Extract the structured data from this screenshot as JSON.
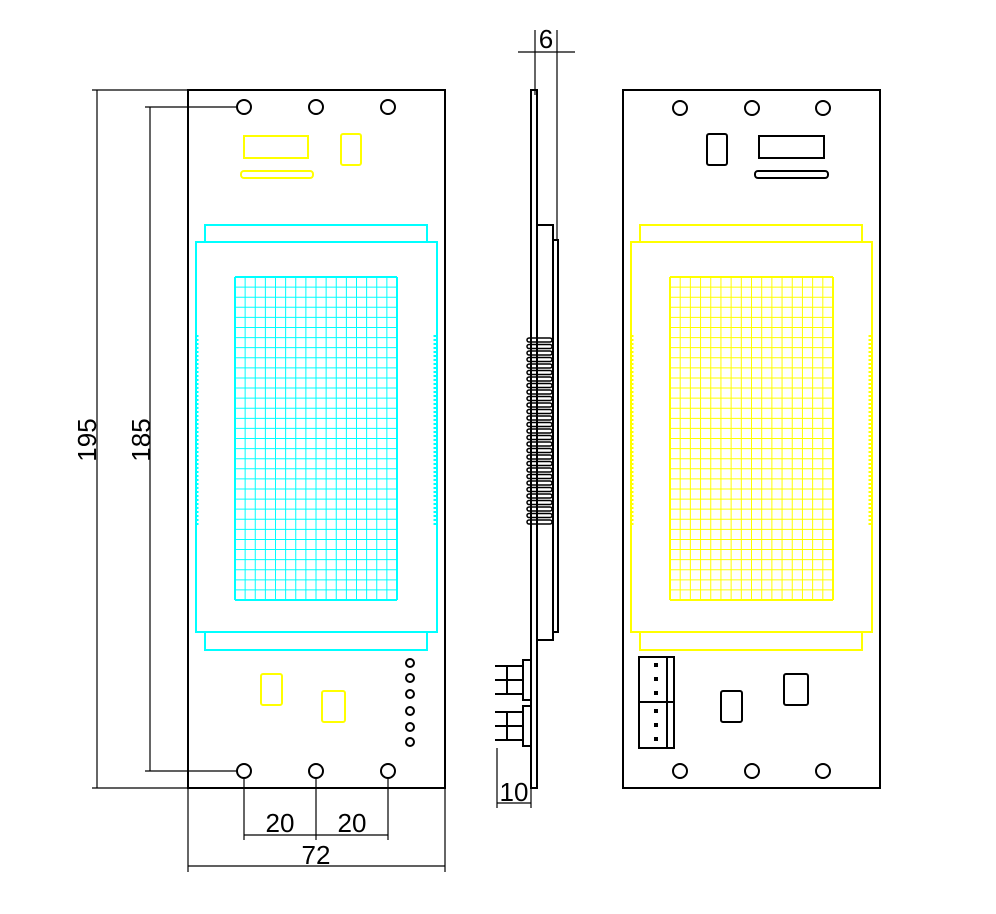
{
  "dimensions": {
    "overall_height": "195",
    "hole_spacing_vertical": "185",
    "hole_spacing_left": "20",
    "hole_spacing_right": "20",
    "overall_width": "72",
    "module_thickness": "6",
    "connector_depth": "10"
  },
  "colors": {
    "front_display": "#00ffff",
    "front_components": "#ffff00",
    "back_display": "#ffff00",
    "outline": "#000000"
  }
}
